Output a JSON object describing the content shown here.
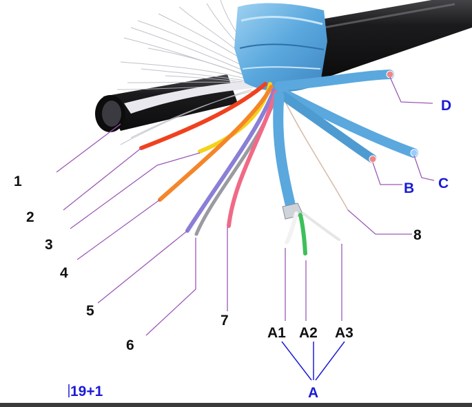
{
  "labels": {
    "n1": "1",
    "n2": "2",
    "n3": "3",
    "n4": "4",
    "n5": "5",
    "n6": "6",
    "n7": "7",
    "n8": "8",
    "a1": "A1",
    "a2": "A2",
    "a3": "A3",
    "a": "A",
    "b": "B",
    "c": "C",
    "d": "D",
    "spec": "19+1"
  },
  "colors": {
    "leader_line": "#9b59b6",
    "label_number": "#111111",
    "label_letter": "#1a1ad6",
    "cable_jacket": "#1c1c1e",
    "shield_foil": "#6fb6e6",
    "braid": "#b9bcc2",
    "wire_red": "#f0411f",
    "wire_yellow": "#f4d21b",
    "wire_orange": "#f4862a",
    "wire_purple": "#8a7fd6",
    "wire_grey": "#9a9aa2",
    "wire_pink": "#f06a86",
    "wire_green": "#3dbf5b",
    "wire_white": "#f2f2f2"
  }
}
